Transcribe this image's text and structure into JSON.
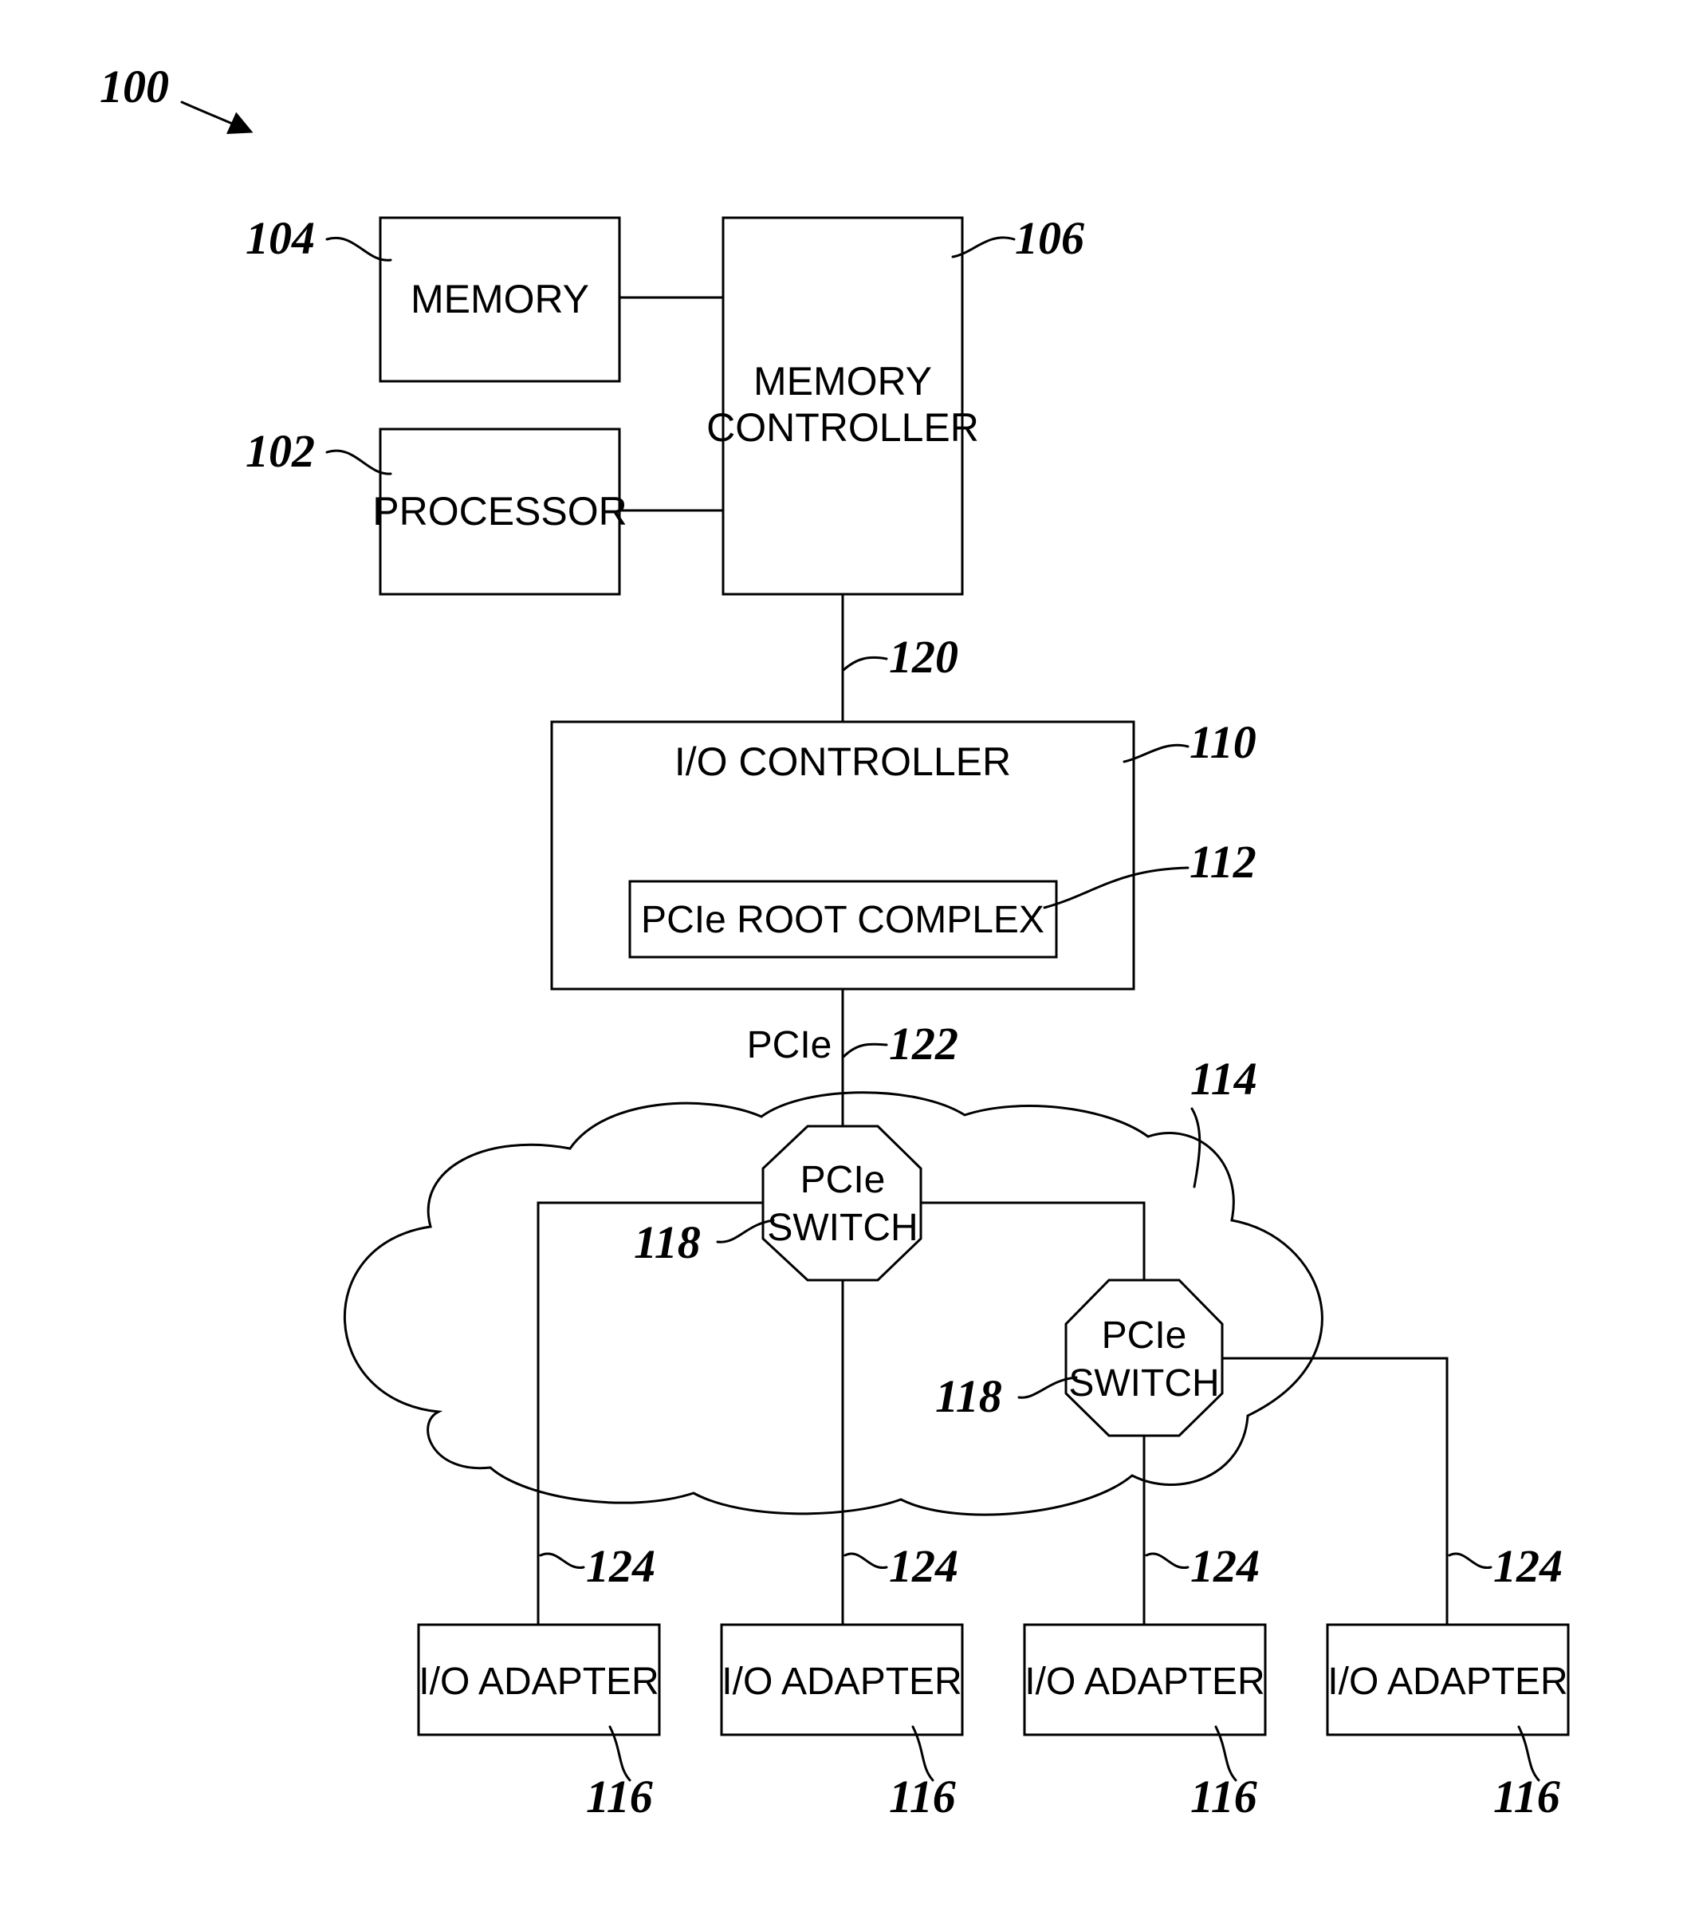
{
  "figure_number": "100",
  "blocks": {
    "memory": {
      "label": "MEMORY",
      "ref": "104"
    },
    "processor": {
      "label": "PROCESSOR",
      "ref": "102"
    },
    "memory_controller": {
      "label_line1": "MEMORY",
      "label_line2": "CONTROLLER",
      "ref": "106"
    },
    "io_controller": {
      "label": "I/O CONTROLLER",
      "ref": "110"
    },
    "pcie_root_complex": {
      "label": "PCIe ROOT COMPLEX",
      "ref": "112"
    },
    "switch_fabric": {
      "ref": "114"
    },
    "pcie_switch_1": {
      "label_line1": "PCIe",
      "label_line2": "SWITCH",
      "ref": "118"
    },
    "pcie_switch_2": {
      "label_line1": "PCIe",
      "label_line2": "SWITCH",
      "ref": "118"
    }
  },
  "links": {
    "mc_to_io": {
      "ref": "120"
    },
    "root_to_fabric": {
      "label": "PCIe",
      "ref": "122"
    },
    "adapter_link_ref": "124"
  },
  "adapters": [
    {
      "label": "I/O ADAPTER",
      "ref": "116",
      "link_ref": "124"
    },
    {
      "label": "I/O ADAPTER",
      "ref": "116",
      "link_ref": "124"
    },
    {
      "label": "I/O ADAPTER",
      "ref": "116",
      "link_ref": "124"
    },
    {
      "label": "I/O ADAPTER",
      "ref": "116",
      "link_ref": "124"
    }
  ]
}
